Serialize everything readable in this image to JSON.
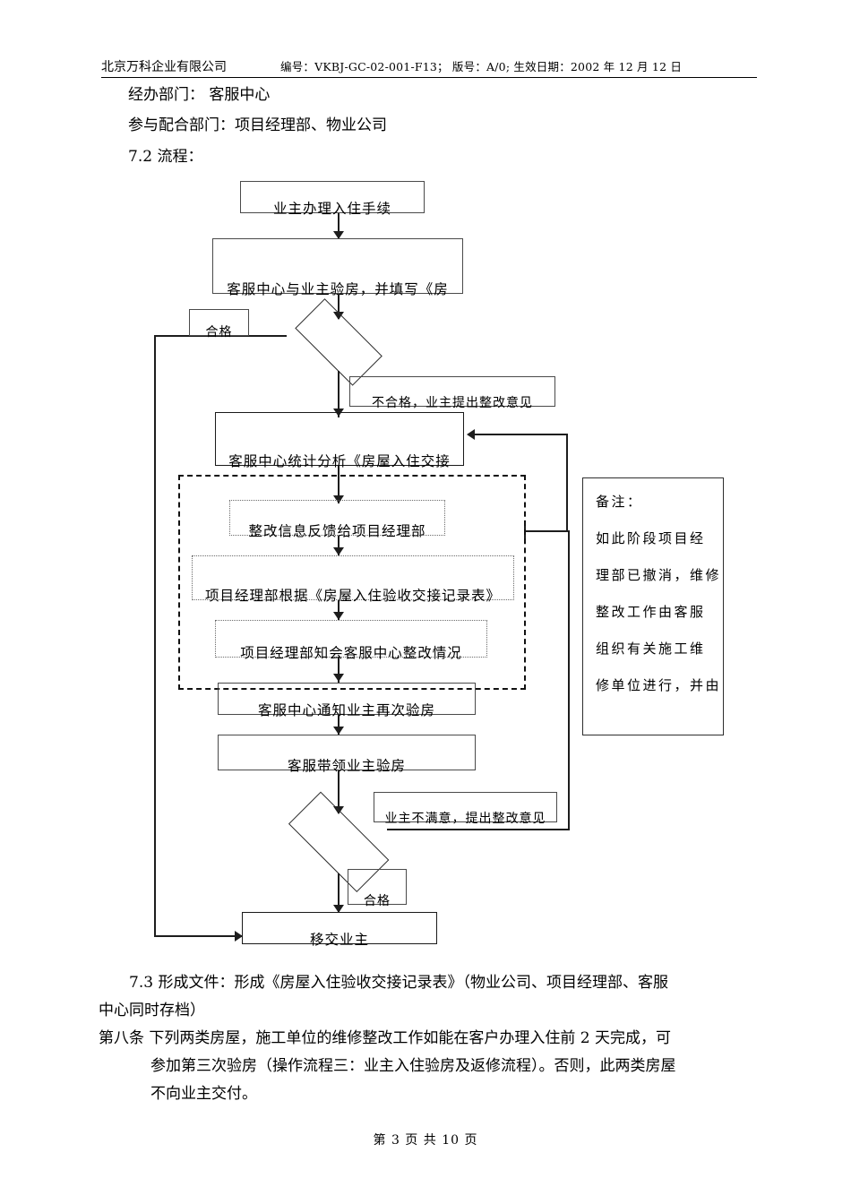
{
  "header": {
    "company": "北京万科企业有限公司",
    "meta": "编号：VKBJ-GC-02-001-F13；    版号：A/0;  生效日期：2002 年 12 月 12 日"
  },
  "body": {
    "handling_dept": "经办部门：  客服中心",
    "cooperating_dept": "参与配合部门：项目经理部、物业公司",
    "section_flow": "7.2  流程："
  },
  "flow": {
    "n1": "业主办理入住手续",
    "n2": "客服中心与业主验房，并填写《房",
    "label_pass_top": "合格",
    "label_fail": "不合格，业主提出整改意见",
    "n3": "客服中心统计分析《房屋入住交接",
    "n4": "整改信息反馈给项目经理部",
    "n5": "项目经理部根据《房屋入住验收交接记录表》",
    "n6": "项目经理部知会客服中心整改情况",
    "n7": "客服中心通知业主再次验房",
    "n8": "客服带领业主验房",
    "label_unsatisfied": "业主不满意，提出整改意见",
    "label_pass_bottom": "合格",
    "n9": "移交业主"
  },
  "note": {
    "lines": [
      "备注：",
      "如此阶段项目经",
      "理部已撤消，维修",
      "整改工作由客服",
      "组织有关施工维",
      "修单位进行，并由"
    ]
  },
  "tail": {
    "line1": "7.3   形成文件：形成《房屋入住验收交接记录表》（物业公司、项目经理部、客服",
    "line2": "中心同时存档）",
    "line3": "第八条 下列两类房屋，施工单位的维修整改工作如能在客户办理入住前 2 天完成，可",
    "line4": "参加第三次验房（操作流程三：业主入住验房及返修流程）。否则，此两类房屋",
    "line5": "不向业主交付。"
  },
  "footer": {
    "page": "第 3 页 共 10 页"
  },
  "colors": {
    "ink": "#000000",
    "line": "#1d1d1d",
    "box_border": "#4a4a4a",
    "page_bg": "#ffffff"
  }
}
